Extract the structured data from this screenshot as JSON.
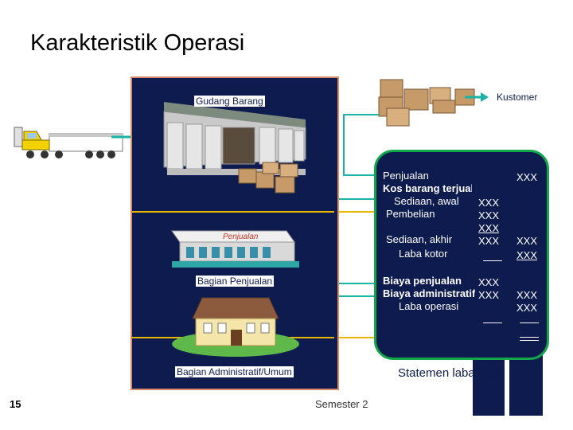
{
  "title": "Karakteristik Operasi",
  "labels": {
    "gudang": "Gudang Barang",
    "kustomer": "Kustomer",
    "sign": "Penjualan",
    "bagian_penjualan": "Bagian Penjualan",
    "bagian_admin": "Bagian Administratif/Umum"
  },
  "statement": {
    "title": "Statemen laba-rugi",
    "lines": [
      {
        "label": "Penjualan",
        "col1": "",
        "col2": "XXX"
      },
      {
        "label": "Kos barang terjual",
        "col1": "",
        "col2": ""
      },
      {
        "label": "Sediaan, awal",
        "col1": "XXX",
        "col2": ""
      },
      {
        "label": "Pembelian",
        "col1": "XXX",
        "col2": ""
      },
      {
        "label": "",
        "col1": "XXX",
        "col2": ""
      },
      {
        "label": "Sediaan, akhir",
        "col1": "XXX",
        "col2": "XXX"
      },
      {
        "label": "Laba kotor",
        "col1": "",
        "col2": "XXX"
      },
      {
        "label": "Biaya penjualan",
        "col1": "XXX",
        "col2": ""
      },
      {
        "label": "Biaya administratif",
        "col1": "XXX",
        "col2": "XXX"
      },
      {
        "label": "Laba operasi",
        "col1": "",
        "col2": "XXX"
      }
    ]
  },
  "footer": {
    "page_number": "15",
    "semester": "Semester 2"
  },
  "colors": {
    "panel": "#0d1b4f",
    "arrow": "#18b3a5",
    "statement_border": "#12a84a"
  }
}
